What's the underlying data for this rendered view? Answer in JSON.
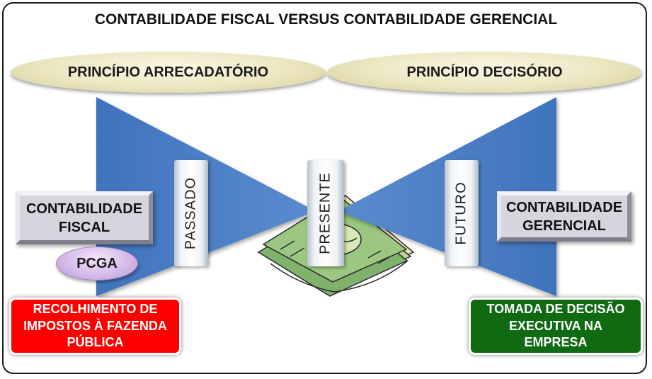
{
  "title": "CONTABILIDADE FISCAL VERSUS CONTABILIDADE GERENCIAL",
  "principles": {
    "left": "PRINCÍPIO ARRECADATÓRIO",
    "right": "PRINCÍPIO DECISÓRIO"
  },
  "time_labels": {
    "past": "PASSADO",
    "present": "PRESENTE",
    "future": "FUTURO"
  },
  "accounting": {
    "fiscal": [
      "CONTABILIDADE",
      "FISCAL"
    ],
    "managerial": [
      "CONTABILIDADE",
      "GERENCIAL"
    ]
  },
  "badge": "PCGA",
  "outcomes": {
    "fiscal": [
      "RECOLHIMENTO DE",
      "IMPOSTOS À FAZENDA",
      "PÚBLICA"
    ],
    "managerial": [
      "TOMADA DE DECISÃO",
      "EXECUTIVA NA",
      "EMPRESA"
    ]
  },
  "icons": {
    "center_image": "money-stack-icon"
  },
  "colors": {
    "triangle_blue": "#4a7ec4",
    "fiscal_outcome": "#ff0000",
    "managerial_outcome": "#0f6a12",
    "principle_ellipse": "#ece6c0",
    "pcga_badge": "#d2b7e8"
  }
}
